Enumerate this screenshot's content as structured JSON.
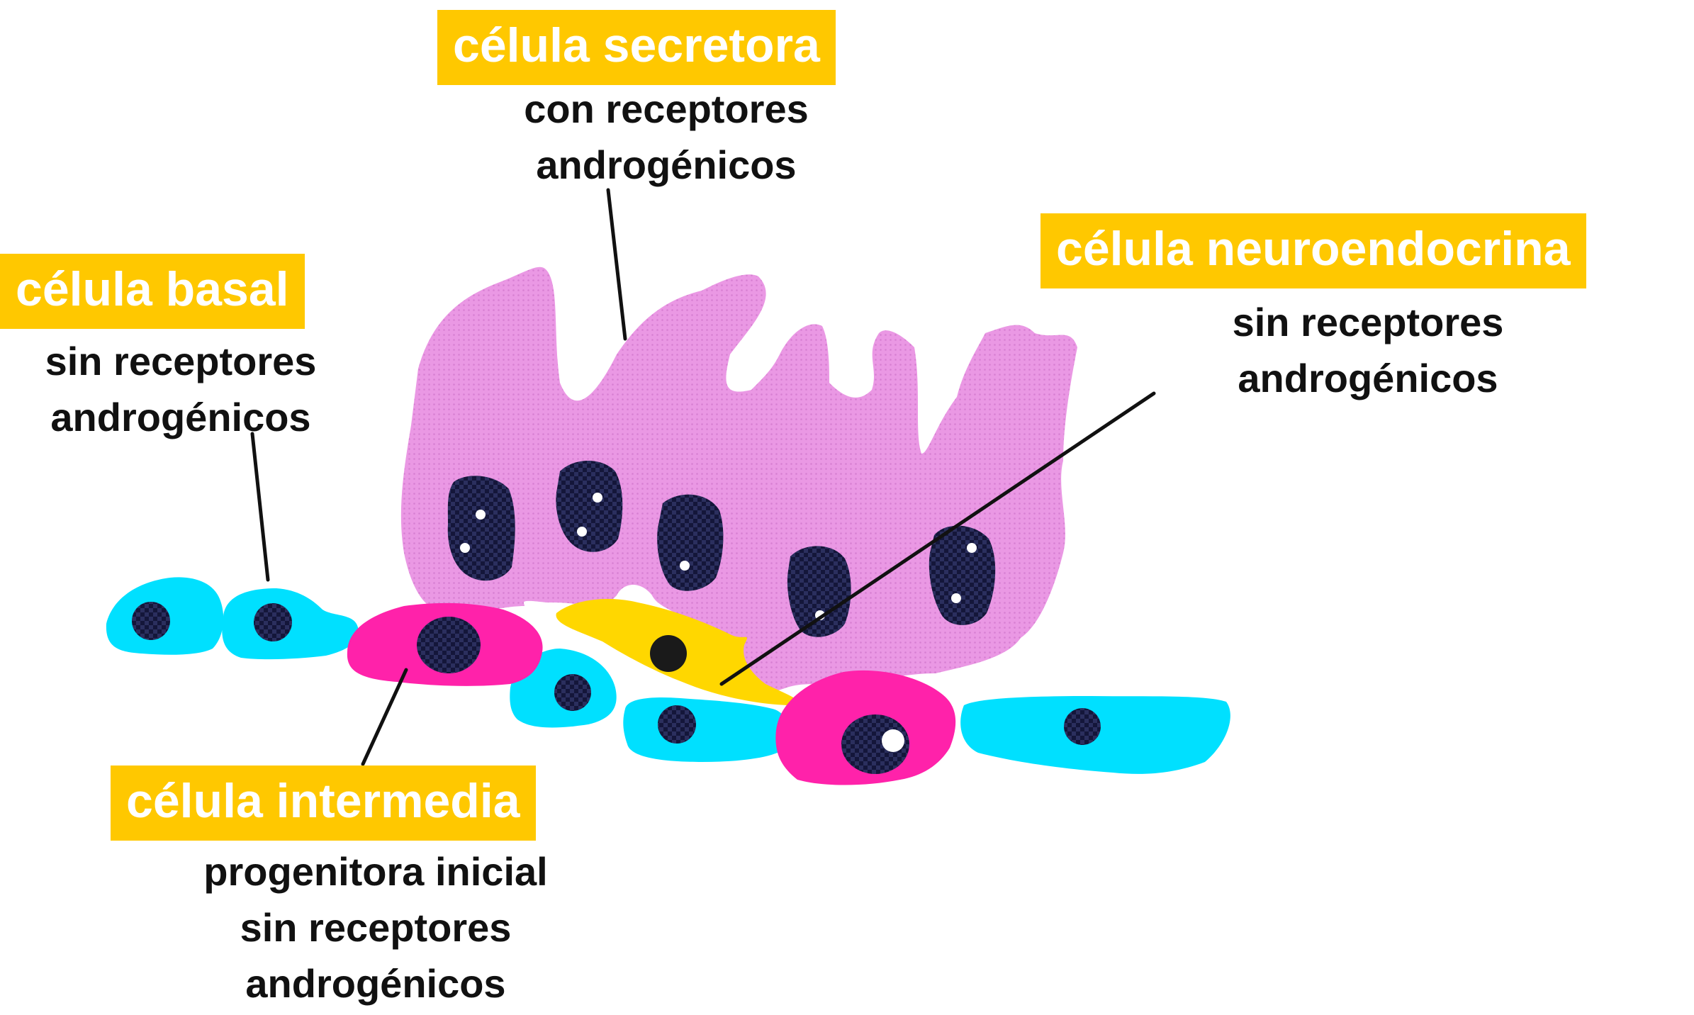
{
  "colors": {
    "background": "#ffffff",
    "label_box": "#FFC800",
    "label_text": "#ffffff",
    "desc_text": "#111111",
    "basal_cell": "#00E0FF",
    "intermediate_cell": "#FF22AA",
    "secretory_cell": "#EA98E4",
    "neuroendocrine_cell": "#FFD700",
    "nucleus": "#14163A"
  },
  "labels": {
    "secretory": {
      "title": "célula secretora",
      "desc": [
        "con receptores",
        "androgénicos"
      ]
    },
    "basal": {
      "title": "célula basal",
      "desc": [
        "sin receptores",
        "androgénicos"
      ]
    },
    "neuroendocrine": {
      "title": "célula neuroendocrina",
      "desc": [
        "sin receptores",
        "androgénicos"
      ]
    },
    "intermediate": {
      "title": "célula intermedia",
      "desc": [
        "progenitora inicial",
        "sin receptores",
        "androgénicos"
      ]
    }
  }
}
